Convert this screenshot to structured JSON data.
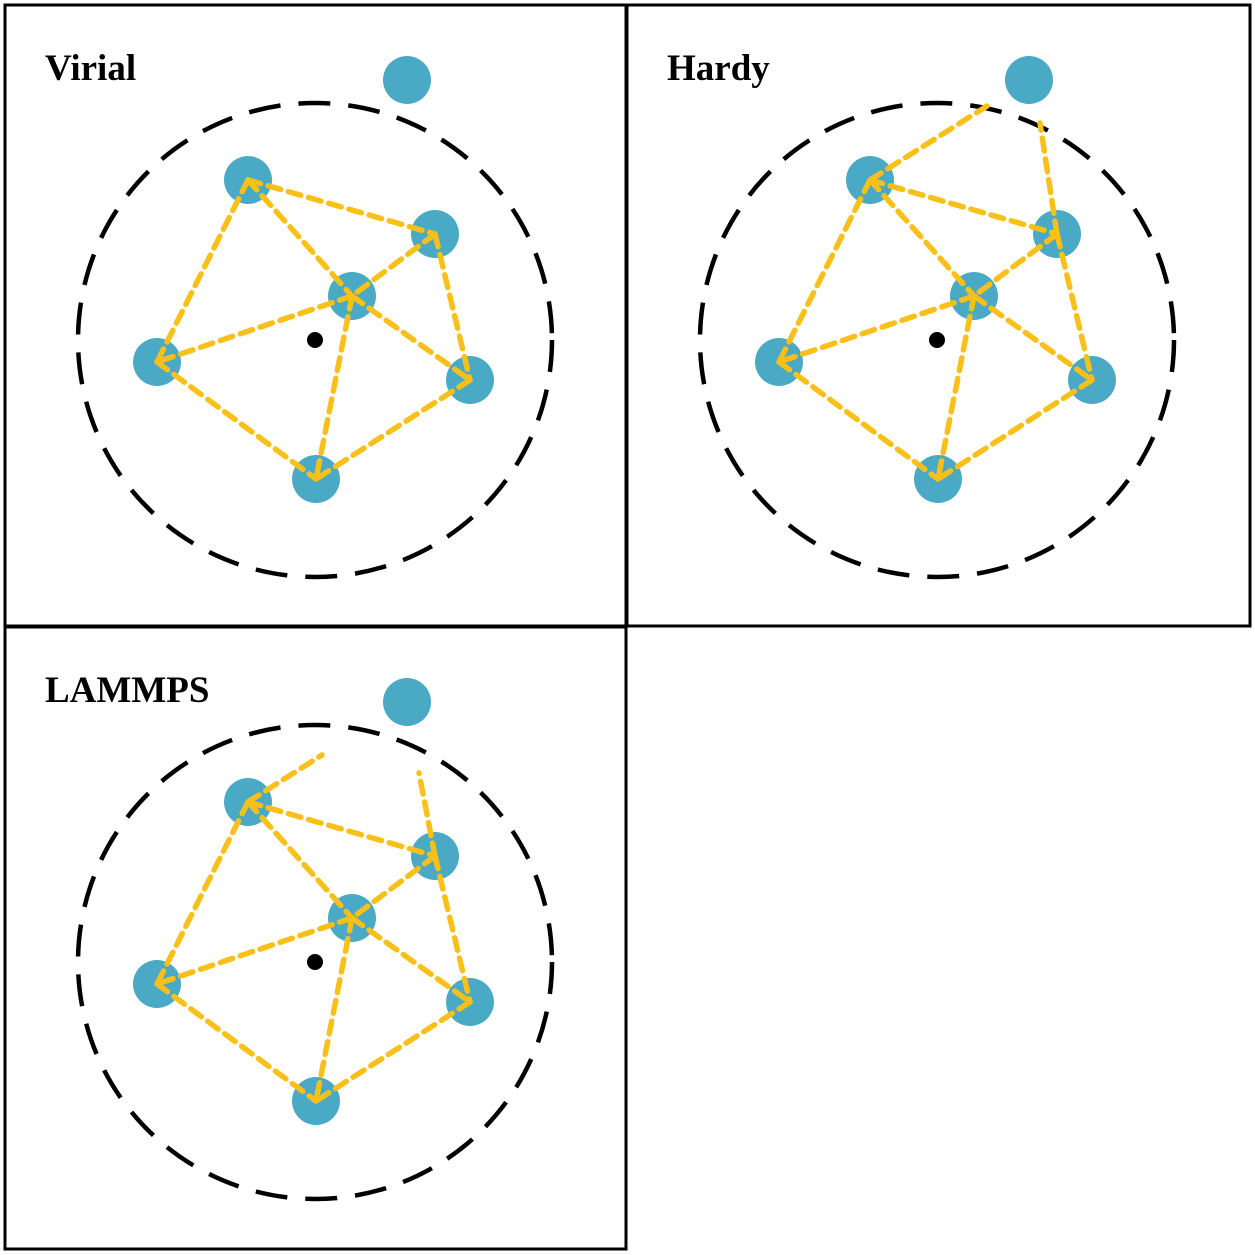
{
  "colors": {
    "atom": "#4aa9c4",
    "bond": "#f9c01a",
    "cutoff": "#000000",
    "center": "#000000",
    "frame": "#000000"
  },
  "panels": [
    {
      "title": "Virial",
      "mode": "virial"
    },
    {
      "title": "Hardy",
      "mode": "hardy"
    },
    {
      "title": "LAMMPS",
      "mode": "lammps"
    }
  ]
}
